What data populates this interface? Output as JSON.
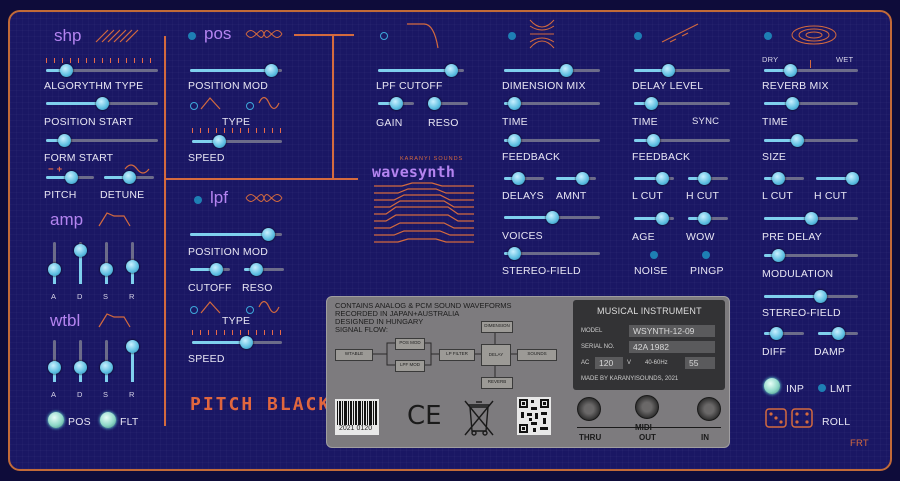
{
  "shp": {
    "title": "shp",
    "algorythm_type": {
      "label": "ALGORYTHM TYPE",
      "value": 0.18
    },
    "position_start": {
      "label": "POSITION START",
      "value": 0.5
    },
    "form_start": {
      "label": "FORM START",
      "value": 0.16
    },
    "pitch": {
      "label": "PITCH",
      "value": 0.52
    },
    "detune": {
      "label": "DETUNE",
      "value": 0.5
    },
    "pitch_marks": "−   +"
  },
  "amp": {
    "title": "amp",
    "sliders": [
      {
        "label": "A",
        "value": 0.35
      },
      {
        "label": "D",
        "value": 0.8
      },
      {
        "label": "S",
        "value": 0.35
      },
      {
        "label": "R",
        "value": 0.42
      }
    ]
  },
  "wtbl": {
    "title": "wtbl",
    "sliders": [
      {
        "label": "A",
        "value": 0.35
      },
      {
        "label": "D",
        "value": 0.35
      },
      {
        "label": "S",
        "value": 0.35
      },
      {
        "label": "R",
        "value": 0.85
      }
    ],
    "pos_button": "POS",
    "flt_button": "FLT"
  },
  "pos": {
    "title": "pos",
    "position_mod": {
      "label": "POSITION MOD",
      "value": 0.88
    },
    "type": {
      "label": "TYPE",
      "value": 0.25
    },
    "speed": {
      "label": "SPEED",
      "value": 0.3
    }
  },
  "lpf": {
    "title": "lpf",
    "position_mod": {
      "label": "POSITION MOD",
      "value": 0.85
    },
    "cutoff": {
      "label": "CUTOFF",
      "value": 0.65
    },
    "reso": {
      "label": "RESO",
      "value": 0.3
    },
    "type": {
      "label": "TYPE",
      "value": 0.5
    },
    "speed": {
      "label": "SPEED",
      "value": 0.6
    }
  },
  "filter": {
    "lpf_cutoff": {
      "label": "LPF CUTOFF",
      "value": 0.85
    },
    "gain": {
      "label": "GAIN",
      "value": 0.5
    },
    "reso": {
      "label": "RESO",
      "value": 0.15
    }
  },
  "logo": {
    "maker": "KARANYI SOUNDS",
    "name": "wavesynth",
    "brand": "PITCH BLACK"
  },
  "dimension": {
    "mix": {
      "label": "DIMENSION MIX",
      "value": 0.65
    },
    "time": {
      "label": "TIME",
      "value": 0.1
    },
    "feedback": {
      "label": "FEEDBACK",
      "value": 0.1
    },
    "delays": {
      "label": "DELAYS",
      "value": 0.35
    },
    "amnt": {
      "label": "AMNT",
      "value": 0.65
    },
    "voices": {
      "label": "VOICES",
      "value": 0.5
    },
    "stereo_field": {
      "label": "STEREO-FIELD",
      "value": 0.1
    }
  },
  "delay": {
    "level": {
      "label": "DELAY LEVEL",
      "value": 0.35
    },
    "time": {
      "label": "TIME",
      "value": 0.18
    },
    "sync": "SYNC",
    "feedback": {
      "label": "FEEDBACK",
      "value": 0.2
    },
    "l_cut": {
      "label": "L CUT",
      "value": 0.7
    },
    "h_cut": {
      "label": "H CUT",
      "value": 0.4
    },
    "age": {
      "label": "AGE",
      "value": 0.7
    },
    "wow": {
      "label": "WOW",
      "value": 0.4
    },
    "noise": "NOISE",
    "pingp": "PINGP"
  },
  "reverb": {
    "dry": "DRY",
    "wet": "WET",
    "dry_wet": {
      "value": 0.28
    },
    "mix": {
      "label": "REVERB MIX",
      "value": 0.3
    },
    "time": {
      "label": "TIME",
      "value": 0.18
    },
    "size": {
      "label": "SIZE",
      "value": 0.35
    },
    "l_cut": {
      "label": "L CUT",
      "value": 0.35
    },
    "h_cut": {
      "label": "H CUT",
      "value": 0.9
    },
    "pre_delay": {
      "label": "PRE DELAY",
      "value": 0.5
    },
    "modulation": {
      "label": "MODULATION",
      "value": 0.15
    },
    "stereo_field": {
      "label": "STEREO-FIELD",
      "value": 0.6
    },
    "diff": {
      "label": "DIFF",
      "value": 0.3
    },
    "damp": {
      "label": "DAMP",
      "value": 0.5
    }
  },
  "output": {
    "inp": "INP",
    "lmt": "LMT",
    "roll": "ROLL",
    "corner": "FRT"
  },
  "plate": {
    "lines": [
      "CONTAINS ANALOG & PCM SOUND WAVEFORMS",
      "RECORDED IN JAPAN+AUSTRALIA",
      "DESIGNED IN HUNGARY",
      "SIGNAL FLOW:"
    ],
    "flow": [
      "WTABLE",
      "POS MOD",
      "LPF MOD",
      "LP FILTER",
      "DIMENSION",
      "DELAY",
      "REVERB",
      "SOUNDS"
    ],
    "barcode": "2021 0120",
    "ce": "CE",
    "info": {
      "title": "MUSICAL INSTRUMENT",
      "model_label": "MODEL",
      "model": "WSYNTH-12-09",
      "serial_label": "SERIAL NO.",
      "serial": "42A 1982",
      "ac_label": "AC",
      "volts": "120",
      "v": "V",
      "hz": "40-60Hz",
      "watts": "55",
      "made_by": "MADE BY KARANYISOUNDS, 2021"
    },
    "midi": {
      "title": "MIDI",
      "thru": "THRU",
      "out": "OUT",
      "in": "IN"
    }
  },
  "colors": {
    "panel": "#1a1764",
    "accent_orange": "#d46a3e",
    "knob": "#7fd0ee",
    "section_purple": "#b484f0",
    "plate": "#7d7b7e"
  }
}
